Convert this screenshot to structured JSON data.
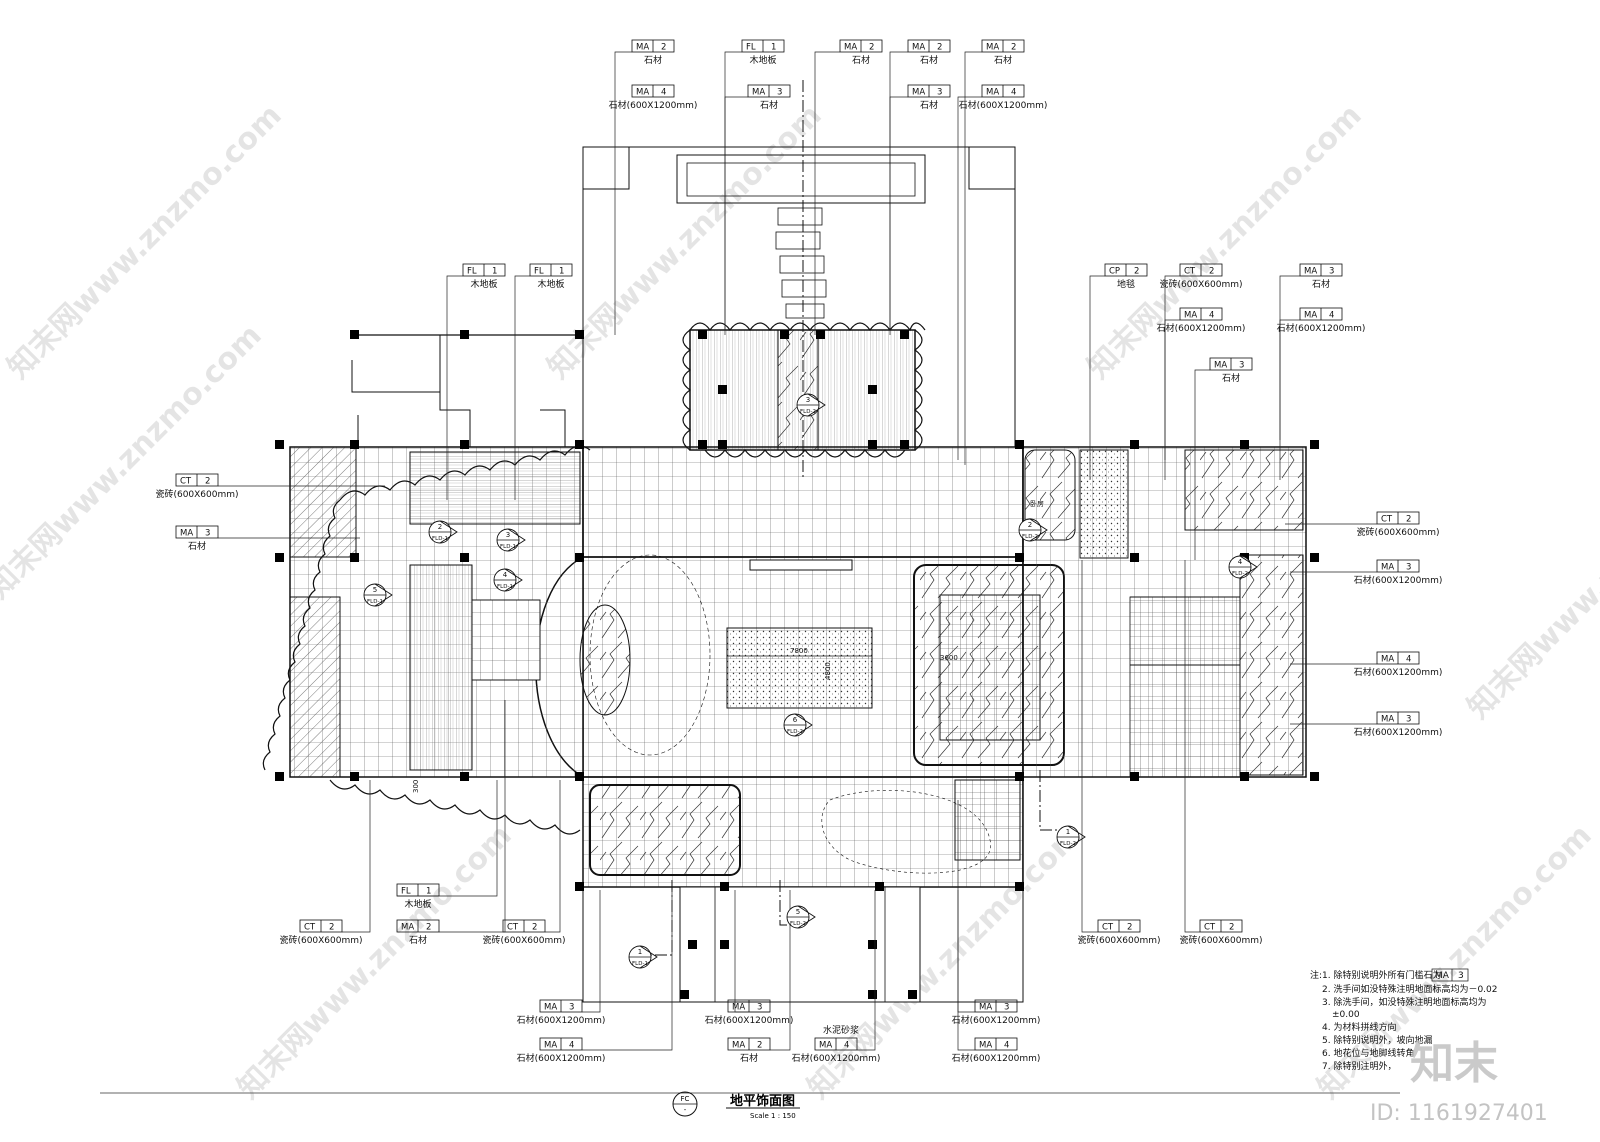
{
  "drawing": {
    "title": "地平饰面图",
    "scale": "Scale 1 : 150",
    "ref_top": "FC",
    "ref_bottom": "-"
  },
  "watermark": {
    "site": "知末网www.znzmo.com",
    "brand": "知末",
    "id": "ID: 1161927401"
  },
  "top_tags": [
    {
      "code": "MA",
      "num": "2",
      "desc": "石材"
    },
    {
      "code": "FL",
      "num": "1",
      "desc": "木地板"
    },
    {
      "code": "MA",
      "num": "2",
      "desc": "石材"
    },
    {
      "code": "MA",
      "num": "2",
      "desc": "石材"
    },
    {
      "code": "MA",
      "num": "2",
      "desc": "石材"
    },
    {
      "code": "MA",
      "num": "4",
      "desc": "石材(600X1200mm)"
    },
    {
      "code": "MA",
      "num": "3",
      "desc": "石材"
    },
    {
      "code": "MA",
      "num": "3",
      "desc": "石材"
    },
    {
      "code": "MA",
      "num": "4",
      "desc": "石材(600X1200mm)"
    }
  ],
  "left_tags": [
    {
      "code": "FL",
      "num": "1",
      "desc": "木地板"
    },
    {
      "code": "FL",
      "num": "1",
      "desc": "木地板"
    },
    {
      "code": "CT",
      "num": "2",
      "desc": "瓷砖(600X600mm)"
    },
    {
      "code": "MA",
      "num": "3",
      "desc": "石材"
    }
  ],
  "right_tags": [
    {
      "code": "CP",
      "num": "2",
      "desc": "地毯"
    },
    {
      "code": "CT",
      "num": "2",
      "desc": "瓷砖(600X600mm)"
    },
    {
      "code": "MA",
      "num": "4",
      "desc": "石材(600X1200mm)"
    },
    {
      "code": "MA",
      "num": "3",
      "desc": "石材"
    },
    {
      "code": "MA",
      "num": "3",
      "desc": "石材"
    },
    {
      "code": "MA",
      "num": "4",
      "desc": "石材(600X1200mm)"
    },
    {
      "code": "CT",
      "num": "2",
      "desc": "瓷砖(600X600mm)"
    },
    {
      "code": "MA",
      "num": "3",
      "desc": "石材(600X1200mm)"
    },
    {
      "code": "MA",
      "num": "4",
      "desc": "石材(600X1200mm)"
    },
    {
      "code": "MA",
      "num": "3",
      "desc": "石材(600X1200mm)"
    }
  ],
  "bottom_tags": [
    {
      "code": "FL",
      "num": "1",
      "desc": "木地板"
    },
    {
      "code": "CT",
      "num": "2",
      "desc": "瓷砖(600X600mm)"
    },
    {
      "code": "MA",
      "num": "2",
      "desc": "石材"
    },
    {
      "code": "CT",
      "num": "2",
      "desc": "瓷砖(600X600mm)"
    },
    {
      "code": "MA",
      "num": "3",
      "desc": "石材(600X1200mm)"
    },
    {
      "code": "MA",
      "num": "4",
      "desc": "石材(600X1200mm)"
    },
    {
      "code": "MA",
      "num": "3",
      "desc": "石材(600X1200mm)"
    },
    {
      "code": "MA",
      "num": "2",
      "desc": "石材"
    },
    {
      "code": "",
      "num": "",
      "desc": "水泥砂浆"
    },
    {
      "code": "MA",
      "num": "4",
      "desc": "石材(600X1200mm)"
    },
    {
      "code": "MA",
      "num": "3",
      "desc": "石材(600X1200mm)"
    },
    {
      "code": "MA",
      "num": "4",
      "desc": "石材(600X1200mm)"
    },
    {
      "code": "CT",
      "num": "2",
      "desc": "瓷砖(600X600mm)"
    },
    {
      "code": "CT",
      "num": "2",
      "desc": "瓷砖(600X600mm)"
    }
  ],
  "section_marks": [
    {
      "num": "2",
      "ref": "FLD-1"
    },
    {
      "num": "3",
      "ref": "FLD-1"
    },
    {
      "num": "4",
      "ref": "FLD-1"
    },
    {
      "num": "5",
      "ref": "FLD-1"
    },
    {
      "num": "3",
      "ref": "FLD-2"
    },
    {
      "num": "6",
      "ref": "FLD-2"
    },
    {
      "num": "2",
      "ref": "FLD-2"
    },
    {
      "num": "4",
      "ref": "FLD-2"
    },
    {
      "num": "1",
      "ref": "FLD-2"
    },
    {
      "num": "5",
      "ref": "FLD-2"
    },
    {
      "num": "1",
      "ref": "FLD-1"
    }
  ],
  "room_labels": {
    "room1": "卧房",
    "dim1": "7800",
    "dim2": "3600",
    "dim3": "300",
    "dim4": "4800"
  },
  "notes": [
    "注:1.  除特别说明外所有门槛石为",
    "MA",
    "3",
    "2.  洗手间如没特殊注明地面标高均为－0.02",
    "3.  除洗手间，如没特殊注明地面标高均为",
    "±0.00",
    "4.  为材料拼线方向",
    "5.  除特别说明外，坡向地漏",
    "6.  地花位与地脚线转角",
    "7.  除特别注明外，"
  ]
}
